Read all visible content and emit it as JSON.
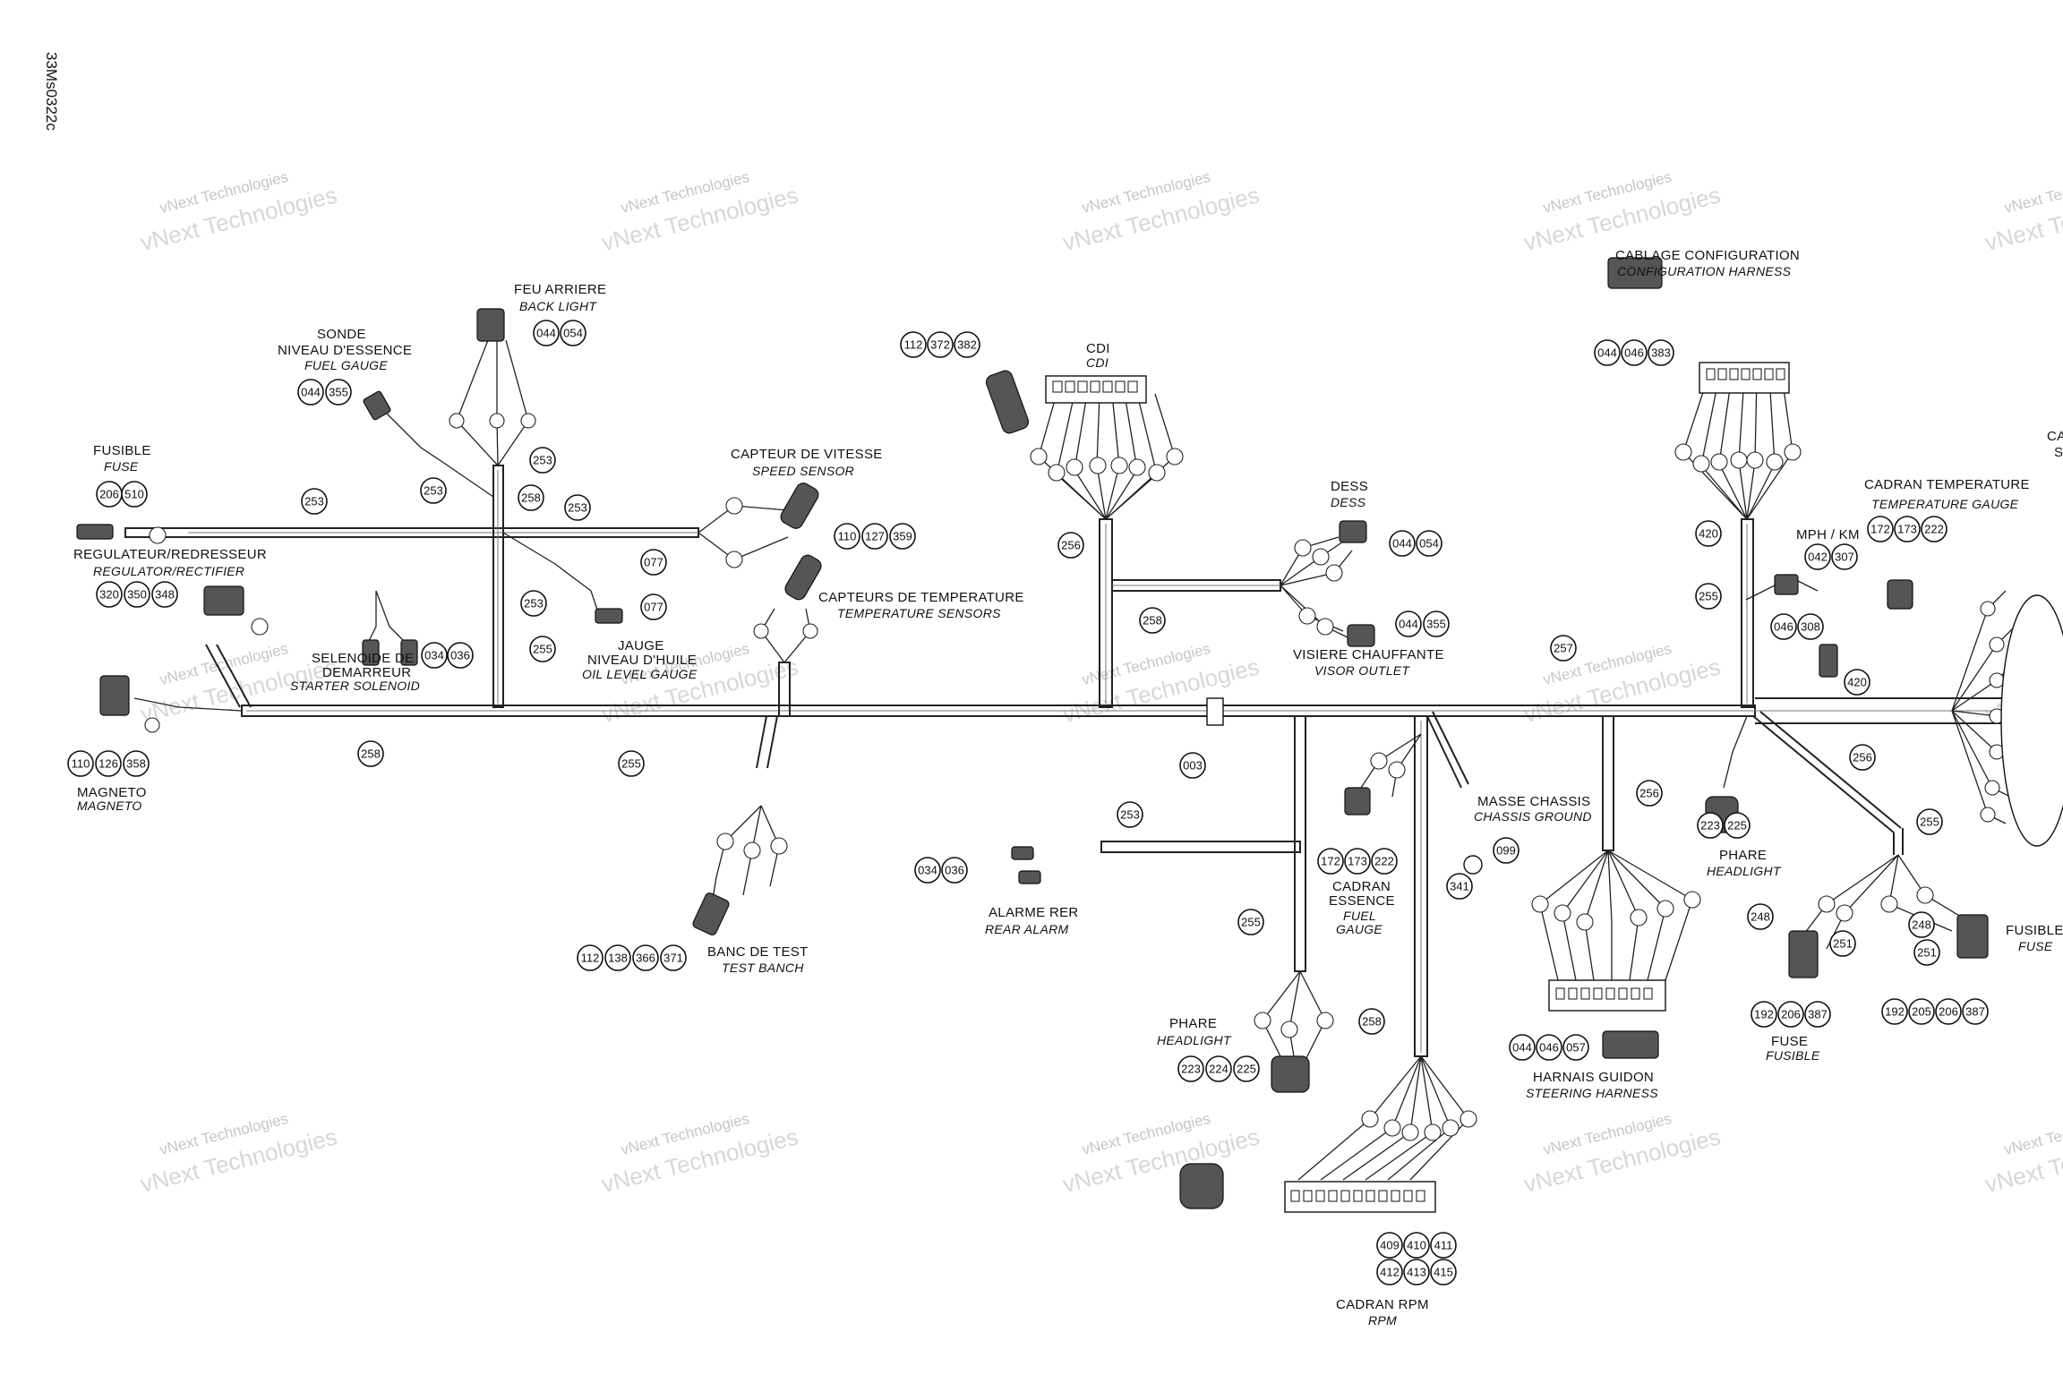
{
  "figure_code": "33Ms0322c",
  "watermark": {
    "line1": "vNext Technologies",
    "line2": "vNext Technologies"
  },
  "labels": {
    "fusible_fr": "FUSIBLE",
    "fusible_en": "FUSE",
    "regulateur_fr": "REGULATEUR/REDRESSEUR",
    "regulateur_en": "REGULATOR/RECTIFIER",
    "magneto_fr": "MAGNETO",
    "magneto_en": "MAGNETO",
    "sonde_fr1": "SONDE",
    "sonde_fr2": "NIVEAU D'ESSENCE",
    "sonde_en": "FUEL GAUGE",
    "feu_fr": "FEU ARRIERE",
    "feu_en": "BACK LIGHT",
    "selenoide_fr1": "SELENOIDE DE",
    "selenoide_fr2": "DEMARREUR",
    "selenoide_en": "STARTER SOLENOID",
    "jauge_fr1": "JAUGE",
    "jauge_fr2": "NIVEAU D'HUILE",
    "jauge_en": "OIL LEVEL GAUGE",
    "capteur_vitesse_fr": "CAPTEUR DE VITESSE",
    "capteur_vitesse_en": "SPEED SENSOR",
    "capteurs_temp_fr": "CAPTEURS DE TEMPERATURE",
    "capteurs_temp_en": "TEMPERATURE SENSORS",
    "banc_fr": "BANC DE TEST",
    "banc_en": "TEST BANCH",
    "cdi_fr": "CDI",
    "cdi_en": "CDI",
    "dess_fr": "DESS",
    "dess_en": "DESS",
    "visiere_fr": "VISIERE CHAUFFANTE",
    "visiere_en": "VISOR OUTLET",
    "alarme_fr": "ALARME RER",
    "alarme_en": "REAR ALARM",
    "cadran_essence_fr1": "CADRAN",
    "cadran_essence_fr2": "ESSENCE",
    "cadran_essence_en1": "FUEL",
    "cadran_essence_en2": "GAUGE",
    "masse_fr": "MASSE CHASSIS",
    "masse_en": "CHASSIS GROUND",
    "phare_bas_fr": "PHARE",
    "phare_bas_en": "HEADLIGHT",
    "cadran_rpm_fr": "CADRAN RPM",
    "cadran_rpm_en": "RPM",
    "cablage_fr": "CABLAGE CONFIGURATION",
    "cablage_en": "CONFIGURATION HARNESS",
    "mph_fr": "MPH / KM",
    "cadran_temp_fr": "CADRAN TEMPERATURE",
    "cadran_temp_en": "TEMPERATURE GAUGE",
    "phare_droite_fr": "PHARE",
    "phare_droite_en": "HEADLIGHT",
    "harnais_fr": "HARNAIS GUIDON",
    "harnais_en": "STEERING HARNESS",
    "fuse_bottom_fr": "FUSE",
    "fuse_bottom_en": "FUSIBLE",
    "fusible_droite_fr": "FUSIBLE",
    "fusible_droite_en": "FUSE",
    "cut_c": "CA",
    "cut_s": "S"
  },
  "callouts": {
    "c206": "206",
    "c510": "510",
    "c320": "320",
    "c350": "350",
    "c348": "348",
    "c110a": "110",
    "c126": "126",
    "c358": "358",
    "c044a": "044",
    "c355a": "355",
    "c044b": "044",
    "c054a": "054",
    "c253a": "253",
    "c253b": "253",
    "c253c": "253",
    "c253d": "253",
    "c253e": "253",
    "c253f": "253",
    "c258a": "258",
    "c258b": "258",
    "c258c": "258",
    "c258d": "258",
    "c255a": "255",
    "c255b": "255",
    "c255c": "255",
    "c255d": "255",
    "c255e": "255",
    "c034a": "034",
    "c036a": "036",
    "c077a": "077",
    "c077b": "077",
    "c110b": "110",
    "c127": "127",
    "c359": "359",
    "c112a": "112",
    "c138": "138",
    "c366": "366",
    "c371": "371",
    "c112b": "112",
    "c372": "372",
    "c382": "382",
    "c256a": "256",
    "c256b": "256",
    "c256c": "256",
    "c044c": "044",
    "c054b": "054",
    "c044d": "044",
    "c355b": "355",
    "c003": "003",
    "c034b": "034",
    "c036b": "036",
    "c172a": "172",
    "c173a": "173",
    "c222a": "222",
    "c099": "099",
    "c341": "341",
    "c223a": "223",
    "c224": "224",
    "c225a": "225",
    "c409": "409",
    "c410": "410",
    "c411": "411",
    "c412": "412",
    "c413": "413",
    "c415": "415",
    "c257": "257",
    "c044e": "044",
    "c046a": "046",
    "c383": "383",
    "c420a": "420",
    "c420b": "420",
    "c042": "042",
    "c307": "307",
    "c046b": "046",
    "c308": "308",
    "c172b": "172",
    "c173b": "173",
    "c222b": "222",
    "c223b": "223",
    "c225b": "225",
    "c044f": "044",
    "c046c": "046",
    "c057": "057",
    "c248a": "248",
    "c251a": "251",
    "c248b": "248",
    "c251b": "251",
    "c192a": "192",
    "c206b": "206",
    "c387a": "387",
    "c192b": "192",
    "c205": "205",
    "c206c": "206",
    "c387b": "387"
  }
}
